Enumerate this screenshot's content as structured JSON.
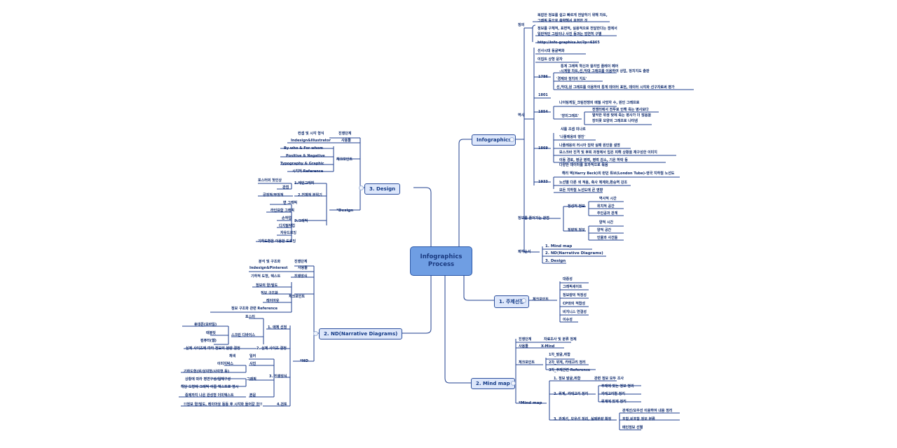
{
  "center": {
    "line1": "Infographics",
    "line2": "Process"
  },
  "branches": {
    "infographics": {
      "label": "Infographics",
      "definition": {
        "label": "정의",
        "items": [
          "복잡한 정보를 쉽고 빠르게 전달하기 위해 차트,",
          "그래픽 등으로 축약해서 표현한 것",
          "정보를 구체적, 표면적, 실용적으로 전달한다는 점에서",
          "일반적인 그림이나 사진 등과는 엄연히 구별",
          "http://info-graphics.kr/?p=6365"
        ]
      },
      "history": {
        "label": "역사",
        "items": [
          "선사시대 동굴벽화",
          "이집트 상형 문자"
        ],
        "y1786": {
          "label": "1786",
          "items": [
            "통계 그래픽 혁신과 윌리엄 플레이 페어",
            "-시계열 차트,선,막대 그래프를 이용하여 상업, 정치지도 출판",
            "'경제와 정치의 지도'",
            "선,막대,원 그래프를 이용하여 통계 데이터 표현, 데이터 시각화 선구자로써 평가"
          ]
        },
        "y1801": {
          "label": "1801"
        },
        "y1854": {
          "label": "1854",
          "items": [
            "나이팅게일_크림전쟁의 매월 사망자 수, 원인 그래프로",
            "'장미그래프'",
            "전쟁터에서 전투로 인해 죽는 병사보다",
            "열악한 위생 탓에 죽는 병사가 더 많음을",
            "장미꽃 모양의 그래프로 나타냄"
          ]
        },
        "y1869": {
          "label": "1869",
          "items": [
            "샤를 조셉 미나르",
            "'나폴레옹의 행진'",
            "나폴레옹의 러시아 침략 실패 원인을 설명",
            "모스크바 진격 및 후퇴 과정에서 입은 피해 상황을 재구성한 이미지",
            "이동 경로, 병균 병력, 병력 감소, 기온 하락 등",
            "다양한 데이터를 효과적으로 묶음"
          ]
        },
        "y1933": {
          "label": "1933",
          "items": [
            "해리 벡(Harry Beck)의 런던 튜브(London Tube)-영국 지하철 노선도",
            "노선별 다른 색 적용, 축사 체계화,환승역 강조",
            "모든 지하철 노선도에 큰 영향"
          ]
        }
      },
      "view": {
        "label": "정보를 풀어가는 관점",
        "qualitative": {
          "label": "정성적 정보",
          "items": [
            "역사적 시간",
            "위치적 공간",
            "주인공과 관계"
          ]
        },
        "quantitative": {
          "label": "정량적 정보",
          "items": [
            "양적 시간",
            "양적 공간",
            "인물과 사건들"
          ]
        }
      },
      "order": {
        "label": "제작순서",
        "items": [
          "1. Mind map",
          "2. ND(Narrative Diagrams)",
          "3. Design"
        ]
      }
    },
    "topic": {
      "label": "1. 주제선정",
      "checkpoint": {
        "label": "체크포인트",
        "items": [
          "대중성",
          "그래픽세이트",
          "정보량의 적정성",
          "CP와의 적합성",
          "비지니스 연결성",
          "이슈성"
        ]
      }
    },
    "mindmap": {
      "label": "2. Mind map",
      "stage": {
        "label": "진행단계",
        "value": "자료조사 및 분류 정제"
      },
      "tool": {
        "label": "사용툴",
        "value": "X-Mind"
      },
      "checkpoint": {
        "label": "체크포인트",
        "items": [
          "1차_발굴,취합",
          "2차_위계, 카테고리 정리",
          "3차_주제관련 Reference"
        ]
      },
      "mm": {
        "label": "*Mind map",
        "s1": {
          "label": "1. 정보 발굴,취합",
          "value": "관련 정보 모두 조사"
        },
        "s2": {
          "label": "2. 위계, 카테고리 정리",
          "items": [
            "주제에 맞는 정보 정리",
            "카테고리별 정리",
            "위계에 맞게 정리"
          ]
        },
        "s3": {
          "label": "3. 관계선, 모우선 정리, 실제분량 확정",
          "items": [
            "관계선/모우선 이용하여 내용 정리",
            "포함,비포함 정보 분류",
            "메인정보 선별"
          ]
        }
      }
    },
    "nd": {
      "label": "2. ND(Narrative Diagrams)",
      "stage": {
        "label": "진행단계",
        "value": "분석 및 구조화"
      },
      "tool": {
        "label": "사용툴",
        "value": "Indesign&Pinterest"
      },
      "method": {
        "label": "진행방식",
        "value": "기하적 도형, 텍스트"
      },
      "checkpoint": {
        "label": "체크포인트",
        "items": [
          "정보의 양/밀도",
          "정보 구조화",
          "레이아웃",
          "정보 구조화 관련 Reference"
        ]
      },
      "nd": {
        "label": "*ND",
        "m1": {
          "label": "1. 매체 선정",
          "poster": "포스터",
          "screen": {
            "label": "스크린 디바이스",
            "items": [
              "휴대폰(모바일)",
              "태블릿",
              "컴퓨터(웹)"
            ]
          }
        },
        "m2": {
          "label": "2. 실제 사이즈 결정",
          "value": "실제 사이즈에 따라 정보의 분량 결정"
        },
        "m3": {
          "label": "3. 진행방식",
          "illust": {
            "label": "일러",
            "value": "채색"
          },
          "photo": {
            "label": "사진",
            "value": "이미지박스"
          },
          "graphic": {
            "label": "그래픽",
            "items": [
              "기하도형(원/삼각형/사각형 등)",
              "상황에 따라 평면구성/입체구성",
              "해당 도형에 그래픽 이름 텍스트로 명시"
            ]
          },
          "body": {
            "label": "본문",
            "value": "중제까지 나온 완성형 더미텍스트"
          }
        },
        "m4": {
          "label": "4.검토",
          "value": "!!정보 양/밀도, 레이아웃 등등 후 시각화 들어갈 것!!"
        }
      }
    },
    "design": {
      "label": "3. Design",
      "stage": {
        "label": "진행단계",
        "value": "컨셉 및 시각 형식"
      },
      "tool": {
        "label": "사용툴",
        "value": "Indesign&Illustrator"
      },
      "checkpoint": {
        "label": "체크포인트",
        "items": [
          "By who & For whom",
          "Positive & Negative",
          "Typography & Graphic",
          "시각적 Reference"
        ]
      },
      "design": {
        "label": "*Design",
        "d1": {
          "label": "1.레인그래픽",
          "items": [
            "포스터의 첫인상",
            "관점"
          ]
        },
        "d2": {
          "label": "2.전체적 분위기",
          "value": "긍정적/부정적"
        },
        "d3": {
          "label": "3.그래픽",
          "items": [
            "면 그래픽",
            "라인묘함 그래픽",
            "손작업",
            "디지털작업",
            "자유드로잉",
            "기하도형을 이용한 드로잉"
          ]
        }
      }
    }
  }
}
